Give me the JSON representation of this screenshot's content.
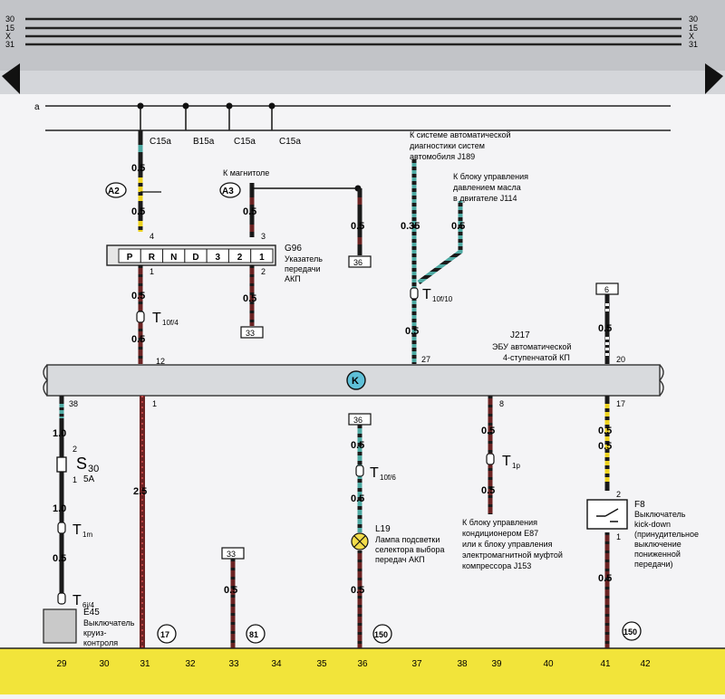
{
  "rails": {
    "labels": [
      "30",
      "15",
      "X",
      "31"
    ]
  },
  "bus_a_label": "a",
  "fuses_top": [
    "C15a",
    "B15a",
    "C15a",
    "C15a"
  ],
  "markers": {
    "a2": "A2",
    "a3": "A3",
    "k": "K",
    "g17": "17",
    "g81": "81",
    "g150a": "150",
    "g150b": "150"
  },
  "annotations": {
    "magnitole": "К магнитоле",
    "diag": [
      "К системе автоматической",
      "диагностики систем",
      "автомобиля J189"
    ],
    "oil": [
      "К блоку управления",
      "давлением масла",
      "в двигателе J114"
    ],
    "g96_code": "G96",
    "g96": [
      "Указатель",
      "передачи",
      "АКП"
    ],
    "j217_code": "J217",
    "j217": [
      "ЭБУ автоматической",
      "4-ступенчатой КП"
    ],
    "ac": [
      "К блоку управления",
      "кондиционером E87",
      "или к блоку управления",
      "электромагнитной муфтой",
      "компрессора J153"
    ],
    "f8_code": "F8",
    "f8": [
      "Выключатель",
      "kick-down",
      "(принудительное",
      "выключение",
      "пониженной",
      "передачи)"
    ],
    "l19_code": "L19",
    "l19": [
      "Лампа подсветки",
      "селектора выбора",
      "передач АКП"
    ],
    "e45_code": "E45",
    "e45": [
      "Выключатель",
      "круиз-",
      "контроля"
    ]
  },
  "selector": [
    "P",
    "R",
    "N",
    "D",
    "3",
    "2",
    "1"
  ],
  "wire_sizes": {
    "w155": [
      "0.5",
      "0.5",
      "0.5",
      "0.5"
    ],
    "w278": [
      "0.5",
      "0.5"
    ],
    "w397": "0.5",
    "w457a": "0.35",
    "w457b": "0.5",
    "w508": "0.5",
    "w670": "0.5",
    "w68": [
      "1.0",
      "1.0",
      "0.5"
    ],
    "w155_low": "2.5",
    "w257": "0.5",
    "w397_low": [
      "0.5",
      "0.5",
      "0.5"
    ],
    "w540": [
      "0.5",
      "0.5"
    ],
    "w670_low": [
      "0.5",
      "0.5"
    ]
  },
  "pins": {
    "p4": "4",
    "p1a": "1",
    "p12": "12",
    "p3": "3",
    "p2": "2",
    "p27": "27",
    "p20": "20",
    "p38": "38",
    "p1k": "1",
    "p8": "8",
    "p17": "17",
    "s_top": "2",
    "s_bot": "1",
    "f8_top": "2",
    "f8_bot": "1"
  },
  "connectors": {
    "t10f4": {
      "main": "T",
      "sub": "10f/4"
    },
    "t10f10": {
      "main": "T",
      "sub": "10f/10"
    },
    "t10f6": {
      "main": "T",
      "sub": "10f/6"
    },
    "t1p": {
      "main": "T",
      "sub": "1p"
    },
    "t1m": {
      "main": "T",
      "sub": "1m"
    },
    "t6j4": {
      "main": "T",
      "sub": "6j/4"
    }
  },
  "boxes": {
    "b36a": "36",
    "b33": "33",
    "b6": "6",
    "b36b": "36",
    "b33b": "33"
  },
  "fuse": {
    "code": "S",
    "num": "30",
    "rating": "5A"
  },
  "bottom_numbers": [
    "29",
    "30",
    "31",
    "32",
    "33",
    "34",
    "35",
    "36",
    "37",
    "38",
    "39",
    "40",
    "41",
    "42"
  ],
  "colors": {
    "top_band": "#c2c4c8",
    "bottom_strip": "#f2e43a",
    "brown": "#6b2323",
    "green": "#4ea9a2",
    "yellow": "#eed320",
    "badge_fill": "#5ec0d8",
    "wire_black": "#1a1a1a"
  }
}
